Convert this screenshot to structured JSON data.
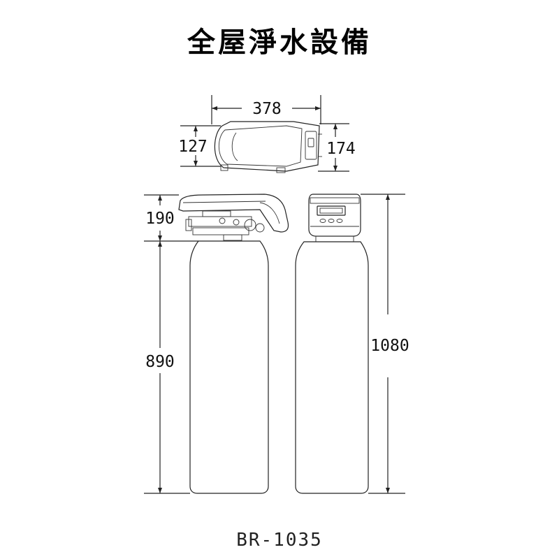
{
  "title": "全屋淨水設備",
  "model": "BR-1035",
  "dimensions": {
    "top_width": "378",
    "top_left_height": "127",
    "top_right_height": "174",
    "head_height": "190",
    "tank_height": "890",
    "total_height": "1080"
  },
  "colors": {
    "line": "#222222",
    "text": "#111111",
    "background": "#ffffff"
  }
}
